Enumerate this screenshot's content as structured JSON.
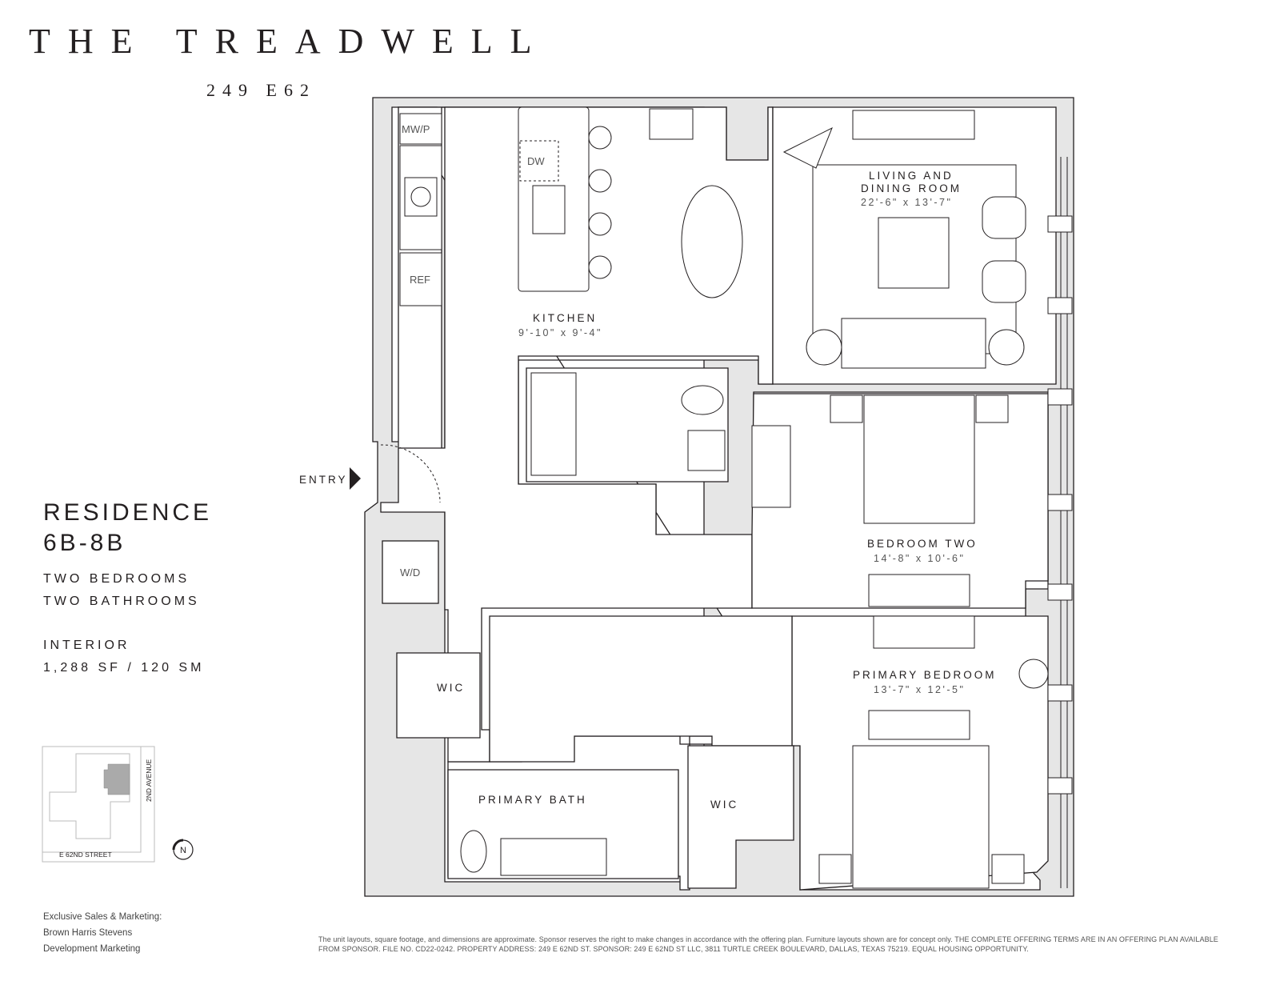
{
  "brand": {
    "title": "THE TREADWELL",
    "address": "249 E62"
  },
  "residence": {
    "line1": "RESIDENCE",
    "line2": "6B-8B",
    "bedrooms": "TWO BEDROOMS",
    "bathrooms": "TWO BATHROOMS",
    "interior_label": "INTERIOR",
    "interior_area": "1,288 SF / 120 SM"
  },
  "plan": {
    "entry_label": "ENTRY",
    "rooms": {
      "kitchen": {
        "name": "KITCHEN",
        "dims": "9'-10\" x 9'-4\""
      },
      "living": {
        "name_line1": "LIVING AND",
        "name_line2": "DINING ROOM",
        "dims": "22'-6\" x 13'-7\""
      },
      "bedroom_two": {
        "name": "BEDROOM TWO",
        "dims": "14'-8\" x 10'-6\""
      },
      "primary_bedroom": {
        "name": "PRIMARY BEDROOM",
        "dims": "13'-7\" x 12'-5\""
      },
      "primary_bath": {
        "name": "PRIMARY BATH"
      },
      "wic_left": {
        "name": "WIC"
      },
      "wic_right": {
        "name": "WIC"
      }
    },
    "fixtures": {
      "mwp": "MW/P",
      "dw": "DW",
      "ref": "REF",
      "wd": "W/D"
    }
  },
  "keyplan": {
    "street": "E 62ND STREET",
    "avenue": "2ND AVENUE",
    "north": "N"
  },
  "credits": {
    "line1": "Exclusive Sales & Marketing:",
    "line2": "Brown Harris Stevens",
    "line3": "Development Marketing"
  },
  "disclaimer": "The unit layouts, square footage, and dimensions are approximate. Sponsor reserves the right to make changes in accordance with the offering plan. Furniture layouts shown are for concept only. THE COMPLETE OFFERING TERMS ARE IN AN OFFERING PLAN AVAILABLE FROM SPONSOR. FILE NO. CD22-0242. PROPERTY ADDRESS: 249 E 62ND ST. SPONSOR: 249 E 62ND ST LLC, 3811 TURTLE CREEK BOULEVARD, DALLAS, TEXAS 75219. EQUAL HOUSING OPPORTUNITY.",
  "colors": {
    "wall": "#e6e6e6",
    "line": "#231f20",
    "keyplan_building": "#aaaaaa"
  }
}
